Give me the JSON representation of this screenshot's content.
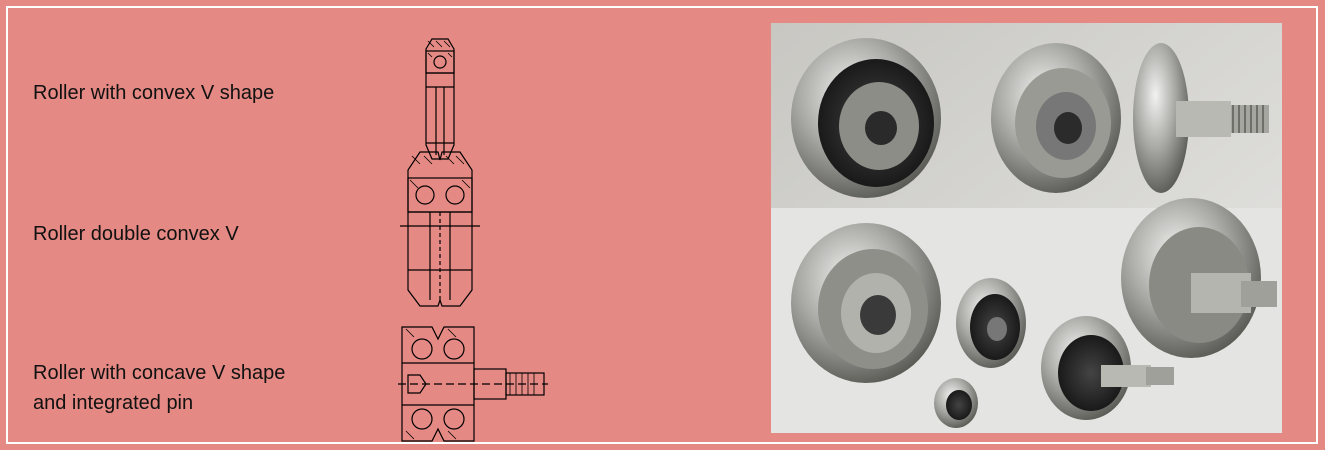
{
  "rows": [
    {
      "label": "Roller with convex V shape",
      "drawing_icon": "convex-v-roller-section-icon"
    },
    {
      "label": "Roller double convex V",
      "drawing_icon": "double-convex-v-roller-section-icon"
    },
    {
      "label": "Roller with concave V shape\nand integrated pin",
      "drawing_icon": "concave-v-roller-pin-section-icon"
    }
  ],
  "photo": {
    "subject": "v-groove-roller-bearings-photo"
  },
  "colors": {
    "background": "#e48983",
    "border": "#ffffff",
    "text": "#111111"
  }
}
